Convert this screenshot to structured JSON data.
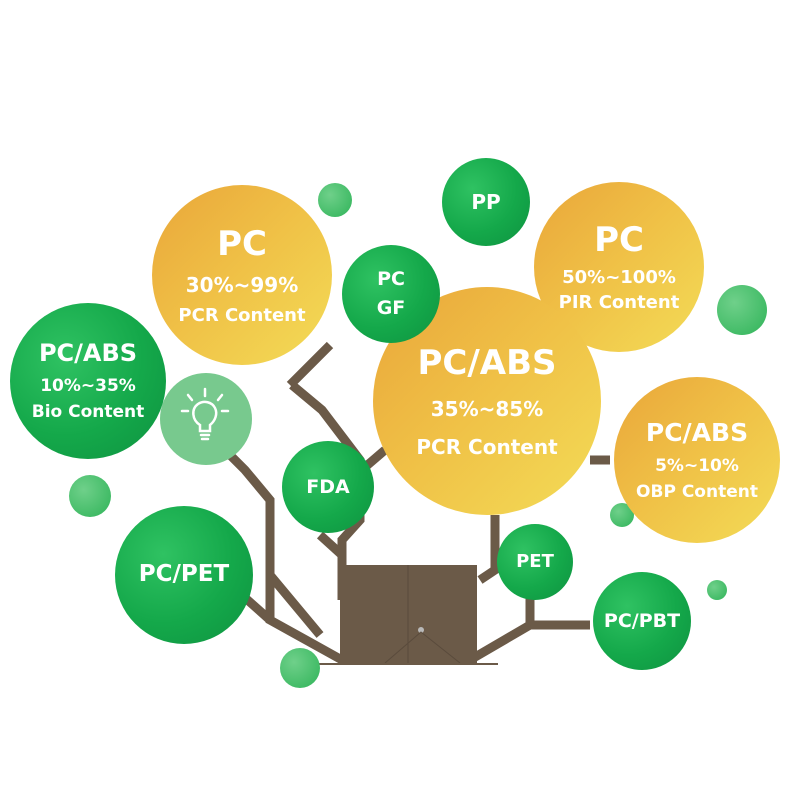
{
  "bubbles": {
    "pc_pcr": {
      "title": "PC",
      "line1": "30%~99%",
      "line2": "PCR Content"
    },
    "pc_pir": {
      "title": "PC",
      "line1": "50%~100%",
      "line2": "PIR Content"
    },
    "pcabs_bio": {
      "title": "PC/ABS",
      "line1": "10%~35%",
      "line2": "Bio Content"
    },
    "pcabs_pcr": {
      "title": "PC/ABS",
      "line1": "35%~85%",
      "line2": "PCR Content"
    },
    "pcabs_obp": {
      "title": "PC/ABS",
      "line1": "5%~10%",
      "line2": "OBP Content"
    },
    "pc_gf": {
      "line1": "PC",
      "line2": "GF"
    },
    "pp": {
      "title": "PP"
    },
    "fda": {
      "title": "FDA"
    },
    "pet": {
      "title": "PET"
    },
    "pc_pet": {
      "title": "PC/PET"
    },
    "pc_pbt": {
      "title": "PC/PBT"
    }
  },
  "colors": {
    "green": "#14a84a",
    "orange": "#f0c247",
    "trunk": "#6b5a48"
  },
  "icons": {
    "lightbulb": "lightbulb-icon"
  }
}
